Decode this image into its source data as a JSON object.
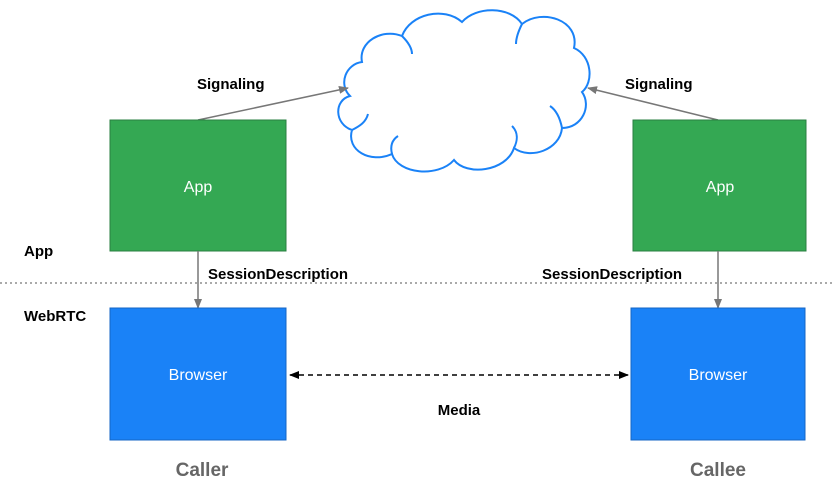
{
  "layers": {
    "app_label": "App",
    "webrtc_label": "WebRTC"
  },
  "caller": {
    "role_label": "Caller",
    "app_box_label": "App",
    "browser_box_label": "Browser",
    "signaling_label": "Signaling",
    "session_label": "SessionDescription"
  },
  "callee": {
    "role_label": "Callee",
    "app_box_label": "App",
    "browser_box_label": "Browser",
    "signaling_label": "Signaling",
    "session_label": "SessionDescription"
  },
  "media_label": "Media",
  "colors": {
    "app_box": "#34a853",
    "browser_box": "#1a82f7",
    "cloud_stroke": "#1a82f7",
    "arrow": "#777777",
    "divider": "#555555",
    "role_text": "#666666"
  }
}
